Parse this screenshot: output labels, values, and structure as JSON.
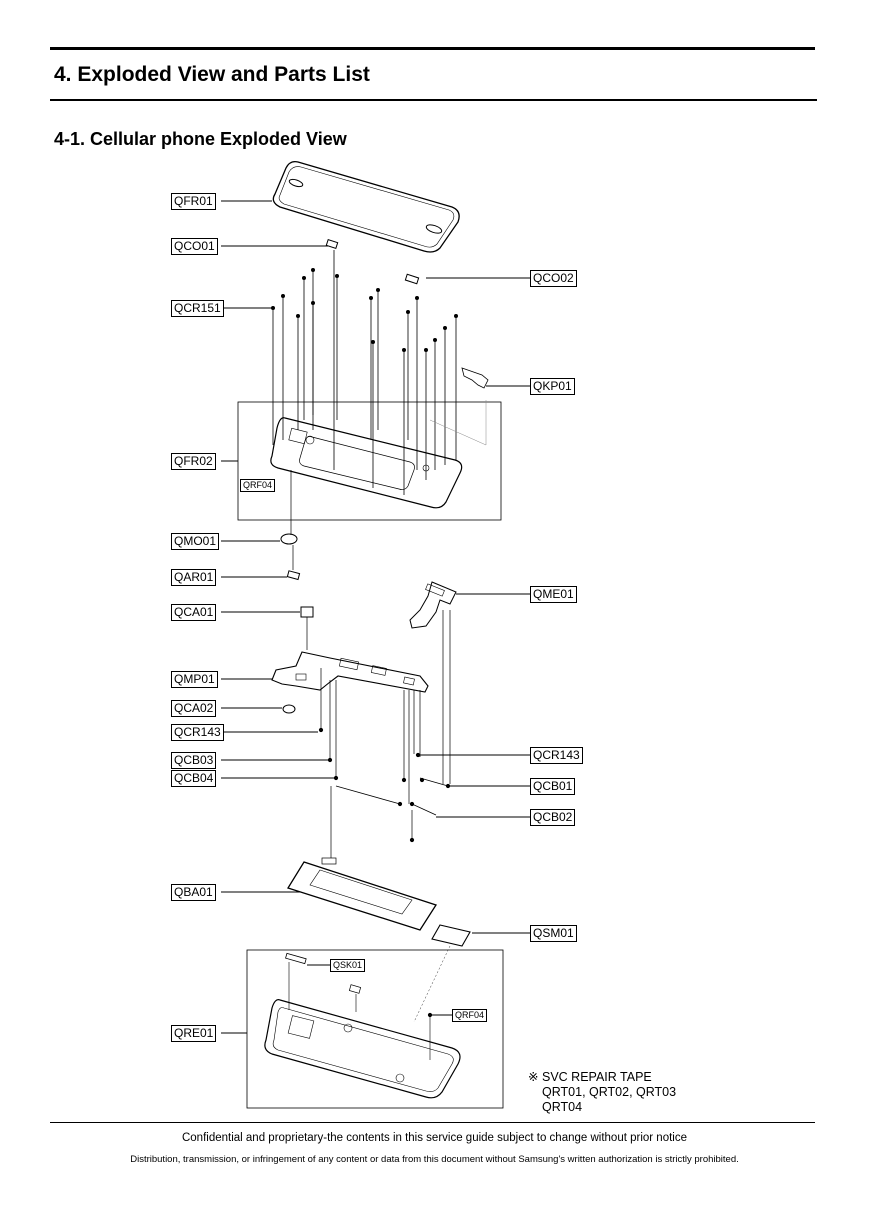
{
  "section": {
    "title": "4. Exploded View and Parts List",
    "subtitle": "4-1. Cellular phone Exploded View"
  },
  "labels": {
    "QFR01": "QFR01",
    "QCO01": "QCO01",
    "QCO02": "QCO02",
    "QCR151": "QCR151",
    "QKP01": "QKP01",
    "QFR02": "QFR02",
    "QRF04_top": "QRF04",
    "QMO01": "QMO01",
    "QAR01": "QAR01",
    "QCA01": "QCA01",
    "QME01": "QME01",
    "QMP01": "QMP01",
    "QCA02": "QCA02",
    "QCR143_left": "QCR143",
    "QCB03": "QCB03",
    "QCB04": "QCB04",
    "QCR143_right": "QCR143",
    "QCB01": "QCB01",
    "QCB02": "QCB02",
    "QBA01": "QBA01",
    "QSM01": "QSM01",
    "QSK01": "QSK01",
    "QRF04_bottom": "QRF04",
    "QRE01": "QRE01"
  },
  "note": {
    "mark": "※",
    "line1": "SVC REPAIR TAPE",
    "line2": "QRT01, QRT02, QRT03",
    "line3": "QRT04"
  },
  "footer": {
    "line1": "Confidential and proprietary-the contents in this service guide subject to change without prior notice",
    "line2": "Distribution, transmission, or infringement of any content or data from this document without Samsung's written authorization is strictly prohibited."
  }
}
